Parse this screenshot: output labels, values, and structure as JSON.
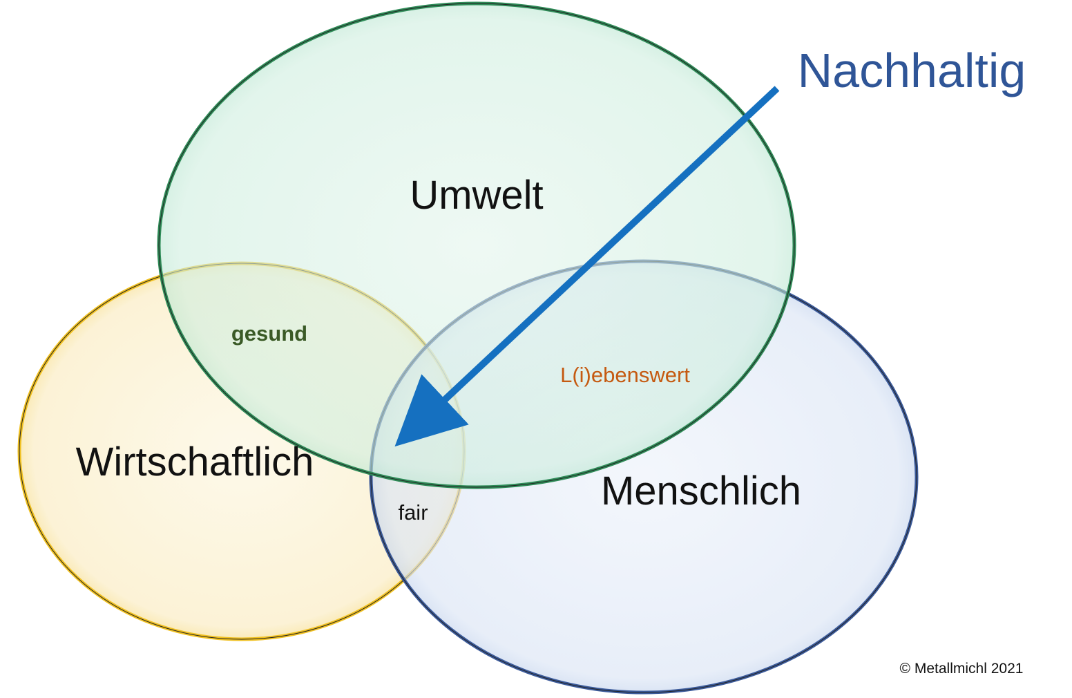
{
  "diagram": {
    "sets": {
      "umwelt": "Umwelt",
      "wirtschaftlich": "Wirtschaftlich",
      "menschlich": "Menschlich"
    },
    "intersections": {
      "gesund": "gesund",
      "lebenswert": "L(i)ebenswert",
      "fair": "fair"
    },
    "center_label": "Nachhaltig",
    "copyright": "© Metallmichl 2021"
  },
  "colors": {
    "umwelt_fill": "#d4efe2",
    "umwelt_stroke": "#2e8b57",
    "wirtschaftlich_fill": "#fdf3d2",
    "wirtschaftlich_stroke": "#f0c020",
    "menschlich_fill": "#dfe8f6",
    "menschlich_stroke": "#3b5a9a",
    "arrow": "#1570c0",
    "nachhaltig_text": "#2f5597",
    "gesund_text": "#3a5a26",
    "lebenswert_text": "#c55a11",
    "dark_text": "#111111"
  },
  "icons": {
    "arrow": "arrow-to-center-icon"
  }
}
